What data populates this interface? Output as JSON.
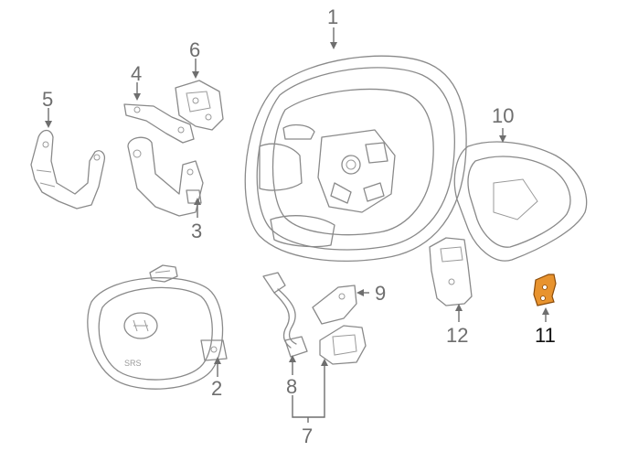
{
  "diagram": {
    "callouts": [
      {
        "id": "1",
        "text": "1",
        "highlighted": false
      },
      {
        "id": "2",
        "text": "2",
        "highlighted": false
      },
      {
        "id": "3",
        "text": "3",
        "highlighted": false
      },
      {
        "id": "4",
        "text": "4",
        "highlighted": false
      },
      {
        "id": "5",
        "text": "5",
        "highlighted": false
      },
      {
        "id": "6",
        "text": "6",
        "highlighted": false
      },
      {
        "id": "7",
        "text": "7",
        "highlighted": false
      },
      {
        "id": "8",
        "text": "8",
        "highlighted": false
      },
      {
        "id": "9",
        "text": "9",
        "highlighted": false
      },
      {
        "id": "10",
        "text": "10",
        "highlighted": false
      },
      {
        "id": "11",
        "text": "11",
        "highlighted": true
      },
      {
        "id": "12",
        "text": "12",
        "highlighted": false
      }
    ],
    "colors": {
      "line": "#8a8a8a",
      "label": "#6e6e6e",
      "highlight_fill": "#e8932e",
      "highlight_label": "#111111"
    }
  }
}
